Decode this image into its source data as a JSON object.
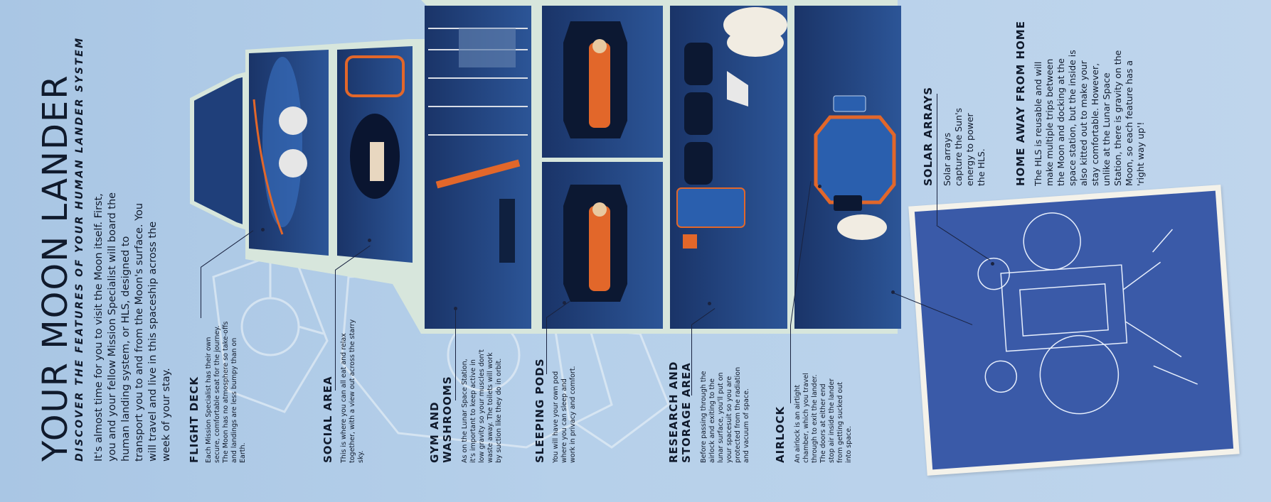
{
  "title": "YOUR MOON LANDER",
  "subtitle": "DISCOVER THE FEATURES OF YOUR HUMAN LANDER SYSTEM",
  "intro": "It's almost time for you to visit the Moon itself. First, you and your fellow Mission Specialist will board the human landing system, or HLS, designed to transport you to and from the Moon's surface. You will travel and live in this spaceship across the week of your stay.",
  "sections": {
    "flight_deck": {
      "title": "FLIGHT DECK",
      "body": "Each Mission Specialist has their own secure, comfortable seat for the journey. The Moon has no atmosphere so take-offs and landings are less bumpy than on Earth."
    },
    "social_area": {
      "title": "SOCIAL AREA",
      "body": "This is where you can all eat and relax together, with a view out across the starry sky."
    },
    "gym": {
      "title_line1": "GYM AND",
      "title_line2": "WASHROOMS",
      "body": "As on the Lunar Space Station, it's important to keep active in low gravity so your muscles don't waste away. The toilets will work by suction like they do in orbit."
    },
    "sleeping_pods": {
      "title": "SLEEPING PODS",
      "body": "You will have your own pod where you can sleep and work in privacy and comfort."
    },
    "research": {
      "title_line1": "RESEARCH AND",
      "title_line2": "STORAGE AREA",
      "body": "Before passing through the airlock and exiting to the lunar surface, you'll put on your spacesuit so you are protected from the radiation and vacuum of space."
    },
    "airlock": {
      "title": "AIRLOCK",
      "body": "An airlock is an airtight chamber, which you travel through to exit the lander. The doors at either end stop air inside the lander from getting sucked out into space."
    },
    "solar_arrays": {
      "title": "SOLAR ARRAYS",
      "body": "Solar arrays capture the Sun's energy to power the HLS."
    },
    "home_away": {
      "title": "HOME AWAY FROM HOME",
      "body": "The HLS is reusable and will make multiple trips between the Moon and docking at the space station, but the inside is also kitted out to make your stay comfortable. However, unlike at the Lunar Space Station, there is gravity on the Moon, so each feature has a 'right way up'!"
    }
  },
  "colors": {
    "background": "#b3cde8",
    "hull": "#1f3f7a",
    "hull_outline": "#d7e6dc",
    "accent": "#e2672a",
    "blueprint": "#3a5aa8"
  }
}
